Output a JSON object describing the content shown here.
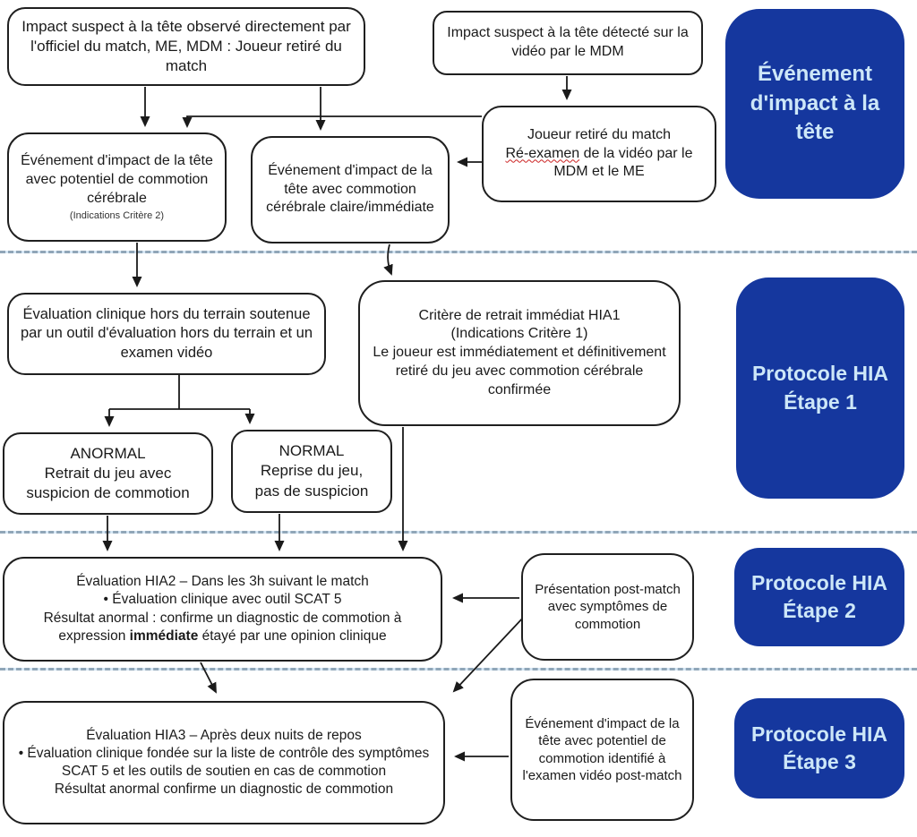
{
  "title": "Protocole HIA - diagramme de flux d'évaluation des impacts à la tête",
  "colors": {
    "stage_blue": "#15379E",
    "stage_text": "#CDE7F8",
    "node_border": "#1f1f1f",
    "separator_blue": "#90a6b8",
    "spellcheck_red": "#cc2222",
    "arrow": "#1a1a1a"
  },
  "stages": {
    "event": "Événement d'impact à la tête",
    "step1": "Protocole HIA Étape 1",
    "step2": "Protocole HIA Étape 2",
    "step3": "Protocole HIA Étape 3"
  },
  "boxes": {
    "observed": "Impact suspect à la tête observé directement par l'officiel du match, ME, MDM : Joueur retiré du match",
    "video_detect": "Impact suspect à la tête détecté sur la vidéo par le MDM",
    "removed": {
      "line1": "Joueur retiré du match",
      "reexamen": "Ré-examen",
      "line2_rest": " de la vidéo par le MDM et le ME"
    },
    "event_potential": {
      "main": "Événement d'impact de la tête avec potentiel de commotion cérébrale",
      "small": "(Indications Critère 2)"
    },
    "event_clear": "Événement d'impact de la tête avec commotion cérébrale claire/immédiate",
    "offfield_eval": "Évaluation clinique hors du terrain soutenue par un outil d'évaluation hors du terrain et un examen vidéo",
    "hia1": {
      "title": "Critère de retrait immédiat HIA1",
      "subtitle": "(Indications Critère 1)",
      "body": "Le joueur est immédiatement et définitivement retiré du jeu avec commotion cérébrale confirmée"
    },
    "abnormal": {
      "line1": "ANORMAL",
      "line2": "Retrait du jeu avec",
      "line3": "suspicion de commotion"
    },
    "normal": {
      "line1": "NORMAL",
      "line2": "Reprise du jeu,",
      "line3": "pas de suspicion"
    },
    "hia2": {
      "title": "Évaluation HIA2 – Dans les 3h suivant le match",
      "bullet": "• Évaluation clinique avec outil SCAT 5",
      "result_pre": "Résultat anormal : confirme un diagnostic de commotion à expression ",
      "result_bold": "immédiate",
      "result_post": " étayé par une opinion clinique"
    },
    "presentation": "Présentation post-match avec symptômes de commotion",
    "hia3": {
      "title": "Évaluation HIA3 – Après deux nuits de repos",
      "bullet": "• Évaluation clinique fondée sur la liste de contrôle des symptômes SCAT 5 et les outils de soutien en cas de commotion",
      "result": "Résultat anormal confirme un diagnostic de commotion"
    },
    "event_postmatch": "Événement d'impact de la tête avec potentiel de commotion identifié à l'examen vidéo post-match"
  }
}
